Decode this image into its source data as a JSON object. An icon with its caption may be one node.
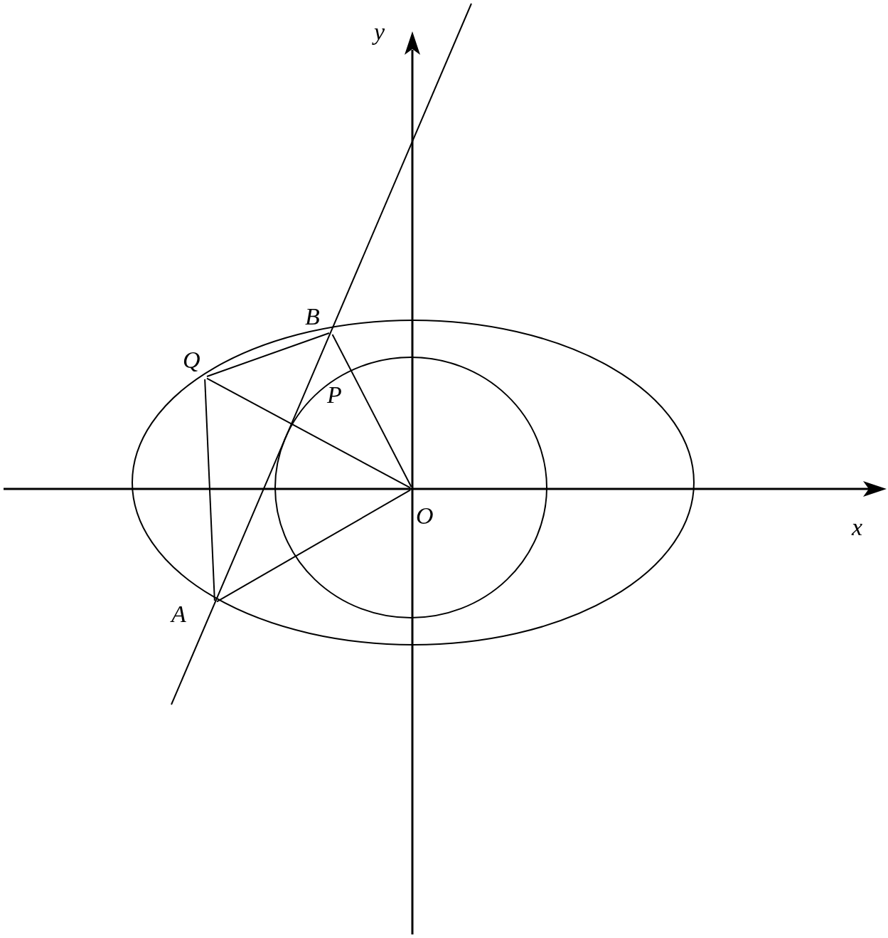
{
  "diagram": {
    "nodes": [
      {
        "text": [
          "Q"
        ]
      },
      {
        "text": [
          "B"
        ]
      },
      {
        "text": [
          "A"
        ]
      },
      {
        "text": [
          "O"
        ]
      }
    ],
    "edges": [
      {
        "from": 0,
        "to": 1,
        "arrow": "none"
      },
      {
        "from": 0,
        "to": 2,
        "arrow": "none"
      },
      {
        "from": 0,
        "to": 3,
        "arrow": "none"
      },
      {
        "from": 1,
        "to": 3,
        "arrow": "none"
      },
      {
        "from": 2,
        "to": 3,
        "arrow": "none"
      }
    ],
    "labels": [
      "y",
      "P",
      "x"
    ]
  }
}
